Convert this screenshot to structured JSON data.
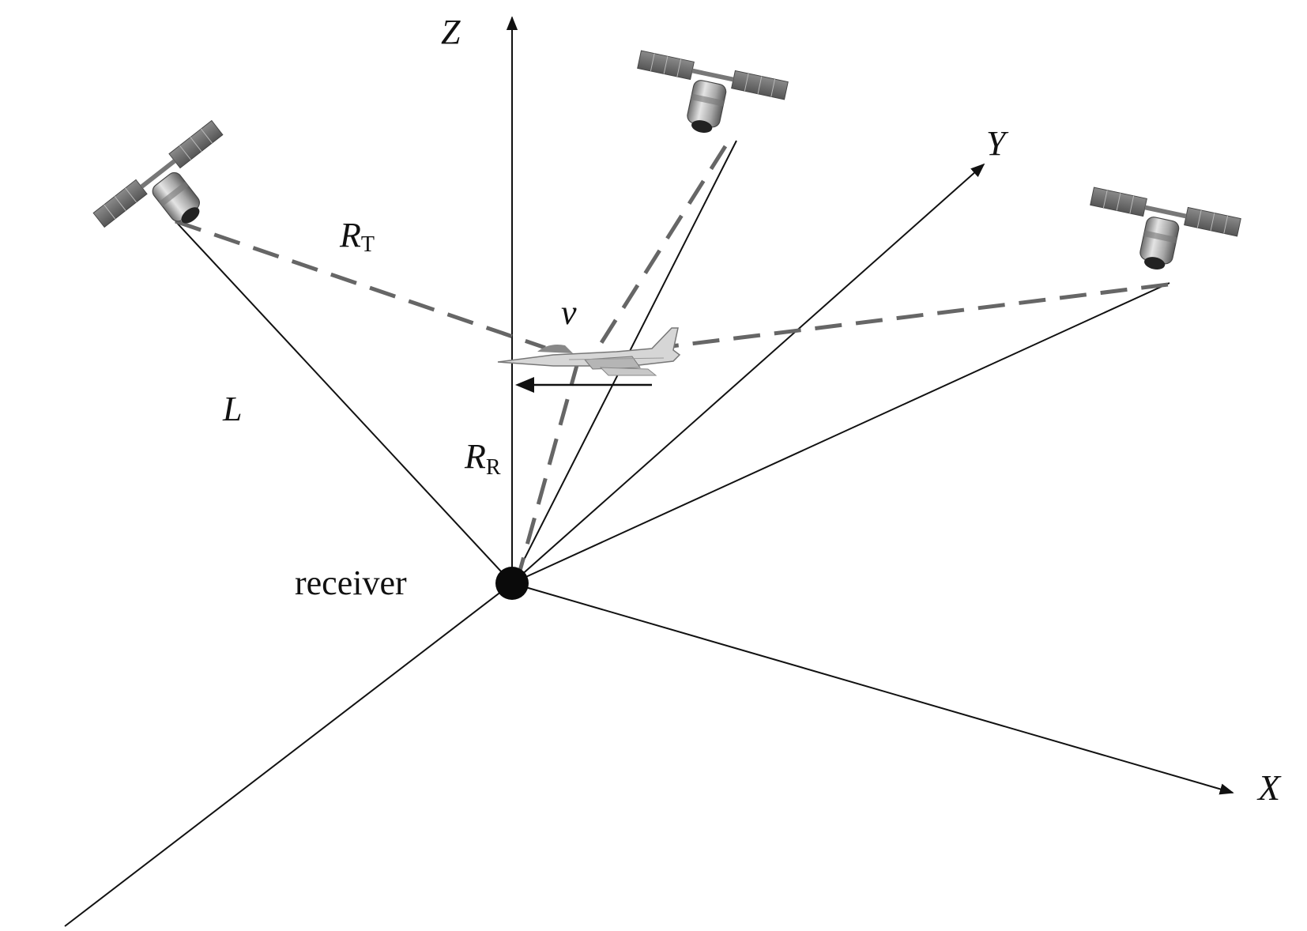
{
  "labels": {
    "z_axis": "Z",
    "y_axis": "Y",
    "x_axis": "X",
    "rt_main": "R",
    "rt_sub": "T",
    "rr_main": "R",
    "rr_sub": "R",
    "velocity": "v",
    "baseline": "L",
    "receiver": "receiver"
  },
  "icons": {
    "satellite": "satellite-icon",
    "aircraft": "fighter-jet-icon",
    "receiver": "receiver-dot"
  },
  "colors": {
    "axis": "#111111",
    "dashed_path": "#666666",
    "satellite_body": "#9a9a9a",
    "panel": "#6e6e6e"
  }
}
